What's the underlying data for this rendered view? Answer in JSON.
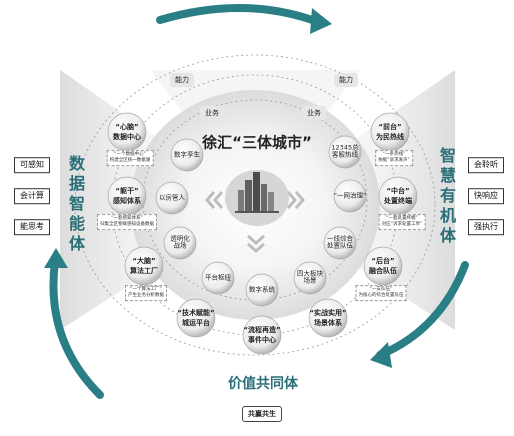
{
  "title": "徐汇“三体城市”",
  "tags": {
    "left_ability": "能力",
    "right_ability": "能力",
    "left_business": "业务",
    "right_business": "业务"
  },
  "side_left": "数据智能体",
  "side_right": "智慧有机体",
  "bottom_title": "价值共同体",
  "bottom_tag": "共赢共生",
  "left_boxes": [
    "可感知",
    "会计算",
    "能思考"
  ],
  "right_boxes": [
    "会聆听",
    "快响应",
    "强执行"
  ],
  "outer_nodes": [
    {
      "id": "data-center",
      "quote": "“心脑”",
      "name": "数据中心",
      "tag": [
        "“一个数据中心”",
        "构建全区统一数据湖"
      ]
    },
    {
      "id": "perception",
      "quote": "“躯干”",
      "name": "感知体系",
      "tag": [
        "“一套感知体系”",
        "归集全区物联感知设备数据"
      ]
    },
    {
      "id": "algorithm",
      "quote": "“大脑”",
      "name": "算法工厂",
      "tag": [
        "“一个算法工厂”",
        "产生业务分析数据"
      ]
    },
    {
      "id": "tech-platform",
      "quote": "“技术赋能”",
      "name": "城运平台",
      "tag": []
    },
    {
      "id": "event-center",
      "quote": "“流程再造”",
      "name": "事件中心",
      "tag": []
    },
    {
      "id": "scene-system",
      "quote": "“实战实用”",
      "name": "场景体系",
      "tag": []
    },
    {
      "id": "integration",
      "quote": "“后台”",
      "name": "融合队伍",
      "tag": [
        "“一支队伍”",
        "为核心的综合处置队伍"
      ]
    },
    {
      "id": "terminal",
      "quote": "“中台”",
      "name": "处置终端",
      "tag": [
        "“一套处置终端”",
        "对应“诉求处置工单”"
      ]
    },
    {
      "id": "hotline",
      "quote": "“前台”",
      "name": "为民热线",
      "tag": [
        "“一条热线”",
        "依据“诉求发声”"
      ]
    }
  ],
  "inner_nodes": [
    {
      "id": "digital-twin",
      "name": "数字孪生"
    },
    {
      "id": "steward",
      "name": "以房管人"
    },
    {
      "id": "transparent",
      "name": "透明化\n战场"
    },
    {
      "id": "platform-hub",
      "name": "平台枢纽"
    },
    {
      "id": "cloud-system",
      "name": "数字系统"
    },
    {
      "id": "four-blocks",
      "name": "四大板块\n场景"
    },
    {
      "id": "integrated-team",
      "name": "一线综合\n处置队伍"
    },
    {
      "id": "one-network",
      "name": "“一网治理”"
    },
    {
      "id": "hotline-12345",
      "name": "12345总\n客服热线"
    }
  ]
}
